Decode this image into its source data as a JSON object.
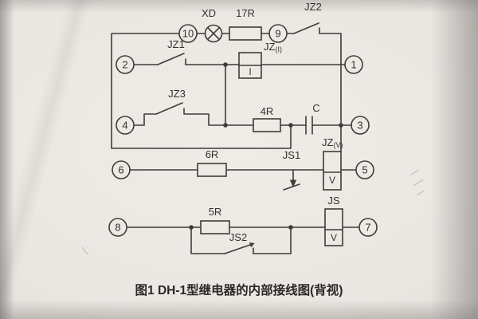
{
  "figure": {
    "caption": "图1 DH-1型继电器的内部接线图(背视)"
  },
  "terminals": {
    "t1": "1",
    "t2": "2",
    "t3": "3",
    "t4": "4",
    "t5": "5",
    "t6": "6",
    "t7": "7",
    "t8": "8",
    "t9": "9",
    "t10": "10"
  },
  "components": {
    "lamp_label": "XD",
    "resistor_17r": "17R",
    "contact_jz2": "JZ2",
    "contact_jz1": "JZ1",
    "coil_jz_i": {
      "name": "JZ",
      "sub": "(I)",
      "core": "I"
    },
    "contact_jz3": "JZ3",
    "resistor_4r": "4R",
    "capacitor": "C",
    "resistor_6r": "6R",
    "contact_js1": "JS1",
    "coil_jz_v": {
      "name": "JZ",
      "sub": "(V)",
      "core": "V"
    },
    "resistor_5r": "5R",
    "contact_js2": "JS2",
    "coil_js": {
      "name": "JS",
      "core": "V"
    }
  },
  "colors": {
    "ink": "#3f3c38",
    "paper": "#edeae5"
  }
}
